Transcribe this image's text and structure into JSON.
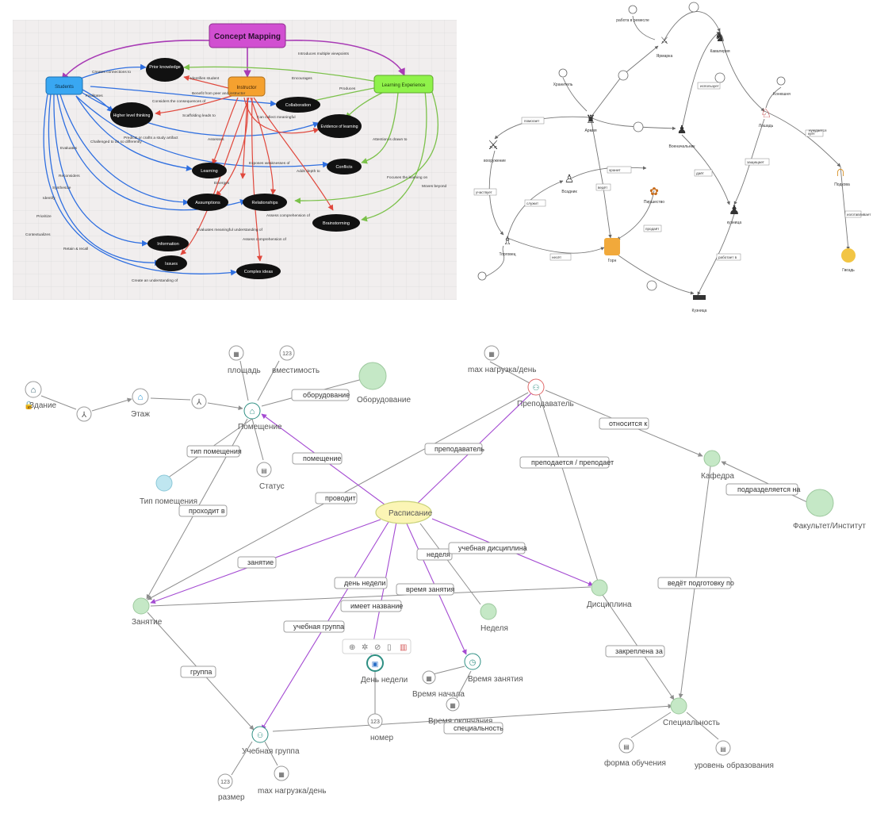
{
  "concept_map": {
    "title": "Concept Mapping",
    "colors": {
      "title_fill": "#d14fd1",
      "students_fill": "#39a7f2",
      "instructor_fill": "#f5a12f",
      "learning_fill": "#8ff24a",
      "node_fill": "#111111",
      "blue_edge": "#2f6fe0",
      "red_edge": "#e0483d",
      "green_edge": "#7bc14a",
      "purple_edge": "#a83bb5"
    },
    "hubs": {
      "students": "Students",
      "instructor": "Instructor",
      "learning_experience": "Learning Experience"
    },
    "nodes": {
      "prior_knowledge": "Prior knowledge",
      "higher_level_thinking": "Higher level thinking",
      "collaboration": "Collaboration",
      "evidence_of_learning": "Evidence of learning",
      "learning": "Learning",
      "conflicts": "Conflicts",
      "assumptions": "Assumptions",
      "relationships": "Relationships",
      "brainstorming": "Brainstorming",
      "information": "Information",
      "issues": "Issues",
      "complex_ideas": "Complex ideas"
    },
    "edge_labels": {
      "introduces_multiple_viewpoints": "Introduces multiple viewpoints",
      "creates_connections_to": "Creates connections to",
      "identifies_student": "Identifies student",
      "encourages": "Encourages",
      "produces": "Produces",
      "facilitates": "Facilitates",
      "considers_the_consequences_of": "Considers the consequences of",
      "benefit_from_peer_and_instructor": "Benefit from peer and instructor",
      "scaffolding_leads_to": "Scaffolding leads to",
      "can_collect_meaningful": "Can collect meaningful",
      "challenged_to_do_so_differently": "Challenged to do so differently",
      "predicts_or_crafts_a_study_artifact": "Predicts or crafts a study artifact",
      "assesses": "Assesses",
      "evaluates": "Evaluates",
      "attention_is_drawn_to": "Attention is drawn to",
      "exposes_weaknesses_of": "Exposes weaknesses of",
      "adds_depth_to": "Adds depth to",
      "reconsiders": "Reconsiders",
      "emerges": "Emerges",
      "synthesize": "Synthesize",
      "identify": "Identify",
      "focuses_the_learning_on": "Focuses the learning on",
      "moves_beyond": "Moves beyond",
      "prioritize": "Prioritize",
      "assess_comprehension_of": "Assess comprehension of",
      "evaluates_meaningful_understanding_of": "Evaluates meaningful understanding of",
      "contextualizes": "Contextualizes",
      "retain_and_recall": "Retain & recall",
      "assess_comprehension_of_2": "Assess comprehension of",
      "create_an_understanding_of": "Create an understanding of"
    }
  },
  "medieval": {
    "nodes": {
      "artisan": "работа в ремесле",
      "keeper": "Хранитель",
      "knight": "Кавалерия",
      "arch": "Армия",
      "warrior": "вооружение",
      "stable": "Конюшня",
      "horse": "Лошадь",
      "horseshoe": "Подкова",
      "nail": "Гвоздь",
      "blacksmith": "кузница",
      "anvil": "Кузница",
      "forge": "Горн",
      "trader": "Торговец",
      "market": "Ярмарка",
      "feast": "Пиршество",
      "rider": "Всадник",
      "officer": "Военачальник"
    },
    "edge_labels": {
      "has": "помогает",
      "owns": "участвует",
      "uses": "использует",
      "forges": "куёт",
      "needs": "нуждается",
      "makes": "изготавливает",
      "leads": "ведёт",
      "serves": "служит",
      "gives": "даёт",
      "sells": "продаёт",
      "keeps": "хранит",
      "works": "работает в",
      "protects": "защищает",
      "carries": "несёт"
    }
  },
  "schedule": {
    "colors": {
      "purple": "#a44bd2",
      "gray_edge": "#8e8e8e",
      "node_green": "#c5e8c6",
      "node_blue": "#bfe6f0",
      "teal": "#2e8f83",
      "center_fill": "#fbf5b5"
    },
    "nodes": {
      "building": "Здание",
      "floor": "Этаж",
      "room": "Помещение",
      "area": "площадь",
      "capacity": "вместимость",
      "equipment": "Оборудование",
      "room_type": "Тип помещения",
      "status": "Статус",
      "teacher": "Преподаватель",
      "max_load_day_t": "max нагрузка/день",
      "department": "Кафедра",
      "faculty": "Факультет/Институт",
      "schedule": "Расписание",
      "lesson": "Занятие",
      "discipline": "Дисциплина",
      "week": "Неделя",
      "weekday": "День недели",
      "lesson_time": "Время занятия",
      "start_time": "Время начала",
      "end_time": "Время окончания",
      "number": "номер",
      "specialty": "Специальность",
      "study_form": "форма обучения",
      "edu_level": "уровень образования",
      "study_group": "Учебная группа",
      "size": "размер",
      "max_load_day_g": "max нагрузка/день"
    },
    "edge_labels": {
      "equipment": "оборудование",
      "room_type": "тип помещения",
      "held_in": "проходит в",
      "room": "помещение",
      "teacher": "преподаватель",
      "relates_to": "относится к",
      "subdivided_into": "подразделяется на",
      "taught_by": "преподается / преподает",
      "conducts": "проводит",
      "lesson": "занятие",
      "week": "неделя",
      "discipline": "учебная дисциплина",
      "weekday": "день недели",
      "lesson_time": "время занятия",
      "has_name": "имеет название",
      "study_group": "учебная группа",
      "trains": "ведёт подготовку по",
      "assigned_to": "закреплена за",
      "group": "группа",
      "specialty": "специальность"
    },
    "toolbar": [
      "plus-icon",
      "settings-icon",
      "link-icon",
      "copy-icon",
      "trash-icon"
    ]
  }
}
